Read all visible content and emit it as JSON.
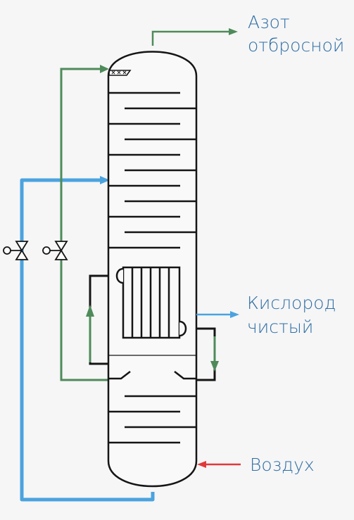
{
  "labels": {
    "nitrogen_line1": "Азот",
    "nitrogen_line2": "отбросной",
    "oxygen_line1": "Кислород",
    "oxygen_line2": "чистый",
    "air": "Воздух"
  },
  "colors": {
    "background": "#f6f6f6",
    "vessel": "#151515",
    "label_text": "#2e6ea6",
    "green_line": "#4e8b5a",
    "blue_line": "#4aa3df",
    "red_line": "#e0393b"
  },
  "icons": {
    "valve_left": "gate-valve-icon",
    "valve_right": "gate-valve-icon"
  }
}
